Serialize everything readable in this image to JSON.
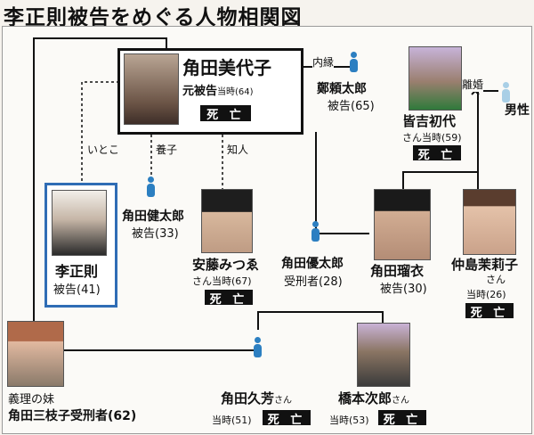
{
  "title": "李正則被告をめぐる人物相関図",
  "dead_label": "死 亡",
  "people": {
    "miyoko": {
      "name": "角田美代子",
      "role": "元被告",
      "age": "当時(64)"
    },
    "tei": {
      "name": "鄭頼太郎",
      "role": "被告(65)"
    },
    "minayoshi": {
      "name": "皆吉初代",
      "role": "さん当時(59)"
    },
    "male": {
      "name": "男性"
    },
    "ri": {
      "name": "李正則",
      "role": "被告(41)"
    },
    "kentaro": {
      "name": "角田健太郎",
      "role": "被告(33)"
    },
    "ando": {
      "name": "安藤みつゑ",
      "role": "さん当時(67)"
    },
    "yutaro": {
      "name": "角田優太郎",
      "role": "受刑者(28)"
    },
    "rui": {
      "name": "角田瑠衣",
      "role": "被告(30)"
    },
    "nakashima": {
      "name": "仲島茉莉子",
      "role": "さん",
      "age": "当時(26)"
    },
    "mieko": {
      "name": "義理の妹",
      "role": "角田三枝子受刑者(62)"
    },
    "hisayoshi": {
      "name": "角田久芳",
      "suffix": "さん",
      "age": "当時(51)"
    },
    "hashimoto": {
      "name": "橋本次郎",
      "suffix": "さん",
      "age": "当時(53)"
    }
  },
  "relations": {
    "naien": "内縁",
    "rikon": "離婚",
    "itoko": "いとこ",
    "yoshi": "養子",
    "chijin": "知人"
  },
  "colors": {
    "pin": "#2c7fc1",
    "pin_light": "#a9cfe6",
    "ri_border": "#2f6db5"
  }
}
